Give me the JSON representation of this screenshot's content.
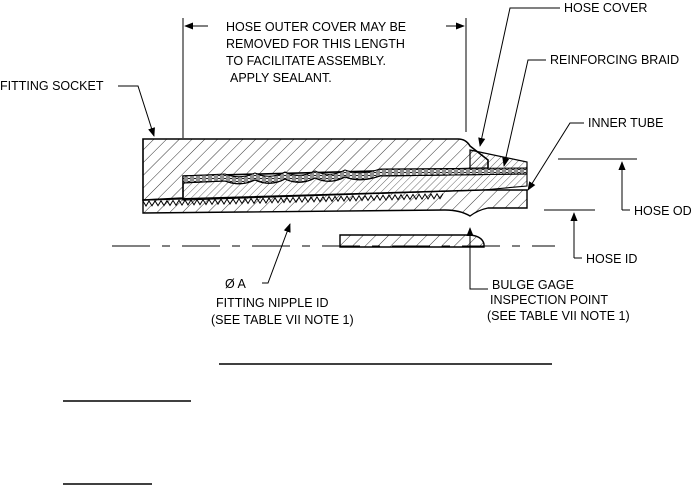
{
  "callouts": {
    "hose_cover": "HOSE COVER",
    "reinforcing_braid": "REINFORCING BRAID",
    "inner_tube": "INNER TUBE",
    "fitting_socket": "FITTING SOCKET",
    "hose_od": "HOSE OD",
    "hose_id": "HOSE ID"
  },
  "note": {
    "line1": "HOSE OUTER COVER MAY BE",
    "line2": "REMOVED FOR THIS LENGTH",
    "line3": "TO FACILITATE ASSEMBLY.",
    "line4": "APPLY SEALANT."
  },
  "nipple": {
    "symbol": "Ø A",
    "line1": "FITTING NIPPLE ID",
    "line2": "(SEE TABLE VII NOTE 1)"
  },
  "bulge": {
    "line1": "BULGE GAGE",
    "line2": "INSPECTION POINT",
    "line3": "(SEE TABLE VII NOTE 1)"
  }
}
